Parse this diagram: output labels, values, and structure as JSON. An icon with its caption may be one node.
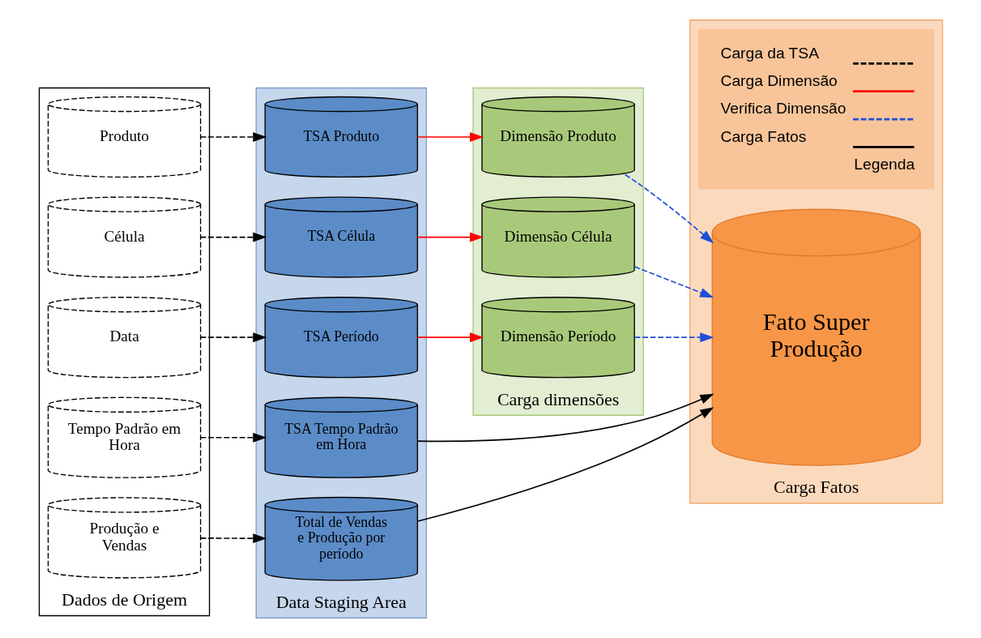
{
  "diagram": {
    "nodes": [
      {
        "text": [
          "Dados de Origem"
        ]
      },
      {
        "text": [
          "Data"
        ],
        "in": 0
      },
      {
        "text": [
          "Produção e Vendas"
        ],
        "in": 0
      },
      {
        "text": [
          "Produto"
        ],
        "in": 0
      },
      {
        "text": [
          "Célula"
        ],
        "in": 0
      },
      {
        "text": [
          "Tempo Padrão em Hora"
        ],
        "in": 0
      },
      {
        "text": [
          "Data Staging Area"
        ]
      },
      {
        "text": [
          "TSA Período"
        ],
        "in": 6
      },
      {
        "text": [
          "Total de Vendas e Produção por período"
        ],
        "in": 6
      },
      {
        "text": [
          "TSA Produto"
        ],
        "in": 6
      },
      {
        "text": [
          "TSA Célula"
        ],
        "in": 6
      },
      {
        "text": [
          "TSA Tempo Padrão em Hora"
        ],
        "in": 6
      },
      {
        "text": [
          "Carga dimensões"
        ]
      },
      {
        "text": [
          "Dimensão Período"
        ],
        "in": 12
      },
      {
        "text": [
          "Dimensão Produto"
        ],
        "in": 12
      },
      {
        "text": [
          "Dimensão Célula"
        ],
        "in": 12
      },
      {
        "text": [
          "Carga Fatos"
        ]
      },
      {
        "text": [
          "Fato Super Produção"
        ],
        "in": 16
      }
    ],
    "edges": [
      {
        "from": 1,
        "to": 7,
        "arrow": "to",
        "style": "dashed"
      },
      {
        "from": 2,
        "to": 8,
        "arrow": "to",
        "style": "dashed"
      },
      {
        "from": 3,
        "to": 9,
        "arrow": "to",
        "style": "dashed"
      },
      {
        "from": 4,
        "to": 10,
        "arrow": "to",
        "style": "dashed"
      },
      {
        "from": 5,
        "to": 11,
        "arrow": "to",
        "style": "dashed"
      },
      {
        "from": 7,
        "to": 13,
        "arrow": "to",
        "color": "#ff0000"
      },
      {
        "from": 8,
        "to": 17,
        "arrow": "to"
      },
      {
        "from": 9,
        "to": 14,
        "arrow": "to",
        "color": "#ff0000"
      },
      {
        "from": 10,
        "to": 15,
        "arrow": "to",
        "color": "#ff0000"
      },
      {
        "from": 13,
        "to": 17,
        "arrow": "to",
        "style": "dashed",
        "color": "#1f4fd8"
      },
      {
        "from": 14,
        "to": 17,
        "arrow": "to",
        "style": "dashed",
        "color": "#1f4fd8"
      },
      {
        "from": 15,
        "to": 17,
        "arrow": "to",
        "style": "dashed",
        "color": "#1f4fd8"
      },
      {
        "from": 11,
        "to": 17,
        "arrow": "to"
      }
    ],
    "labels": [
      "Legenda"
    ],
    "legend": [
      {
        "text": "Carga da TSA"
      },
      {
        "text": "Carga Dimensão"
      },
      {
        "text": "Verifica Dimensão"
      },
      {
        "text": "Carga Fatos"
      }
    ]
  }
}
